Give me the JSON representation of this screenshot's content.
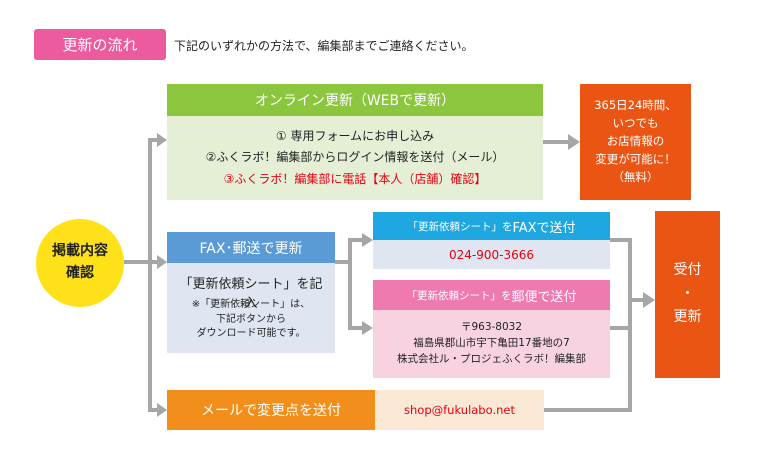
{
  "header": {
    "badge": "更新の流れ",
    "intro": "下記のいずれかの方法で、編集部までご連絡ください。"
  },
  "start": {
    "line1": "掲載内容",
    "line2": "確認"
  },
  "online": {
    "title": "オンライン更新（WEBで更新）",
    "step1": "① 専用フォームにお申し込み",
    "step2": "②ふくラボ！編集部からログイン情報を送付（メール）",
    "step3": "③ふくラボ！編集部に電話【本人（店舗）確認】"
  },
  "anytime": {
    "line1": "365日24時間、",
    "line2": "いつでも",
    "line3": "お店情報の",
    "line4": "変更が可能に！",
    "line5": "（無料）"
  },
  "fax_post": {
    "title": "FAX･郵送で更新",
    "body_title": "「更新依頼シート」を記入",
    "note1": "※「更新依頼シート」は、",
    "note2": "下記ボタンから",
    "note3": "ダウンロード可能です。"
  },
  "fax_send": {
    "title_prefix": "「更新依頼シート」を",
    "title_suffix": "FAXで送付",
    "number": "024-900-3666"
  },
  "mail_send": {
    "title_prefix": "「更新依頼シート」を",
    "title_suffix": "郵便で送付",
    "postal": "〒963-8032",
    "address": "福島県郡山市宇下亀田17番地の7",
    "company": "株式会社ル・プロジェふくラボ！編集部"
  },
  "email": {
    "title": "メールで変更点を送付",
    "address": "shop@fukulabo.net"
  },
  "receipt": {
    "line1": "受付",
    "line2": "・",
    "line3": "更新"
  },
  "colors": {
    "badge": "#ec5b9e",
    "start_circle": "#ffe11a",
    "online_head": "#8cc63e",
    "online_body": "#e5efd6",
    "orange_dark": "#ea5514",
    "fax_head": "#5b9bd5",
    "fax_send_head": "#1ea7e1",
    "mail_head": "#ef7ab0",
    "email_head": "#f18e1c",
    "connector": "#a6a6a6",
    "highlight_text": "#e60012"
  }
}
